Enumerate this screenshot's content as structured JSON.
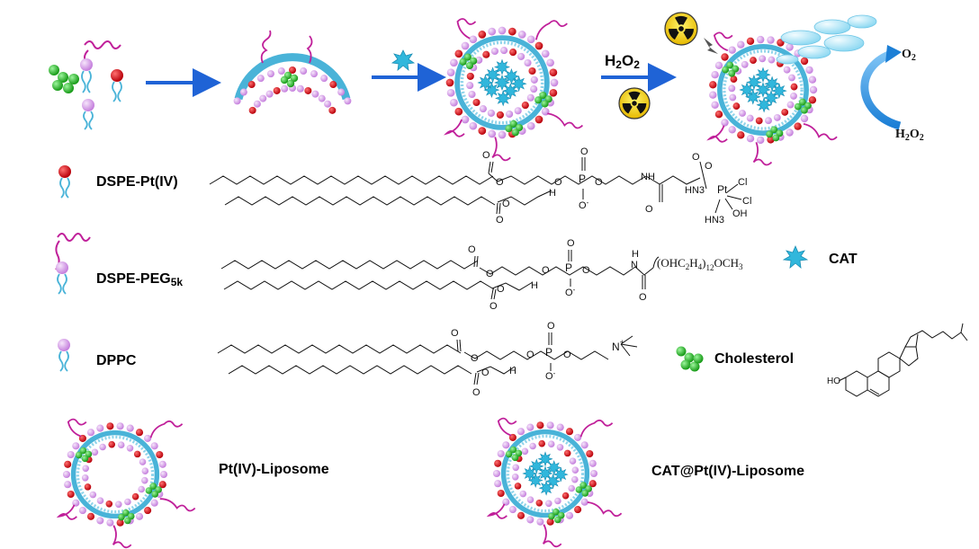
{
  "process": {
    "step3_reagent": "H2O2",
    "o2_label": "O2",
    "h2o2_label": "H2O2"
  },
  "legend": {
    "dspe_pt": "DSPE-Pt(IV)",
    "dspe_peg": "DSPE-PEG",
    "dspe_peg_sub": "5k",
    "dppc": "DPPC",
    "cat": "CAT",
    "cholesterol": "Cholesterol"
  },
  "structures": {
    "pt_complex": {
      "nh3_top": "HN3",
      "pt": "Pt",
      "cl1": "Cl",
      "cl2": "Cl",
      "oh": "OH",
      "nh3_bottom": "HN3",
      "nh": "NH",
      "o": "O",
      "p": "P",
      "h": "H",
      "o_minus": "O-"
    },
    "peg_chain": {
      "formula": "(OHC2H4)12OCH3",
      "nh": "N",
      "h_top": "H"
    },
    "choline": {
      "n_plus": "N+"
    },
    "cholesterol": {
      "ho": "HO"
    }
  },
  "products": {
    "pt_liposome": "Pt(IV)-Liposome",
    "cat_liposome": "CAT@Pt(IV)-Liposome"
  },
  "colors": {
    "arrow_blue": "#1f63d6",
    "lipid_head_pink": "#d79bea",
    "pt_red": "#d8141c",
    "cholesterol_green": "#2fbf2f",
    "peg_magenta": "#c0209a",
    "tail_cyan": "#49b3d8",
    "cat_cyan": "#31b7dc",
    "radiation_yellow": "#f5d000"
  }
}
